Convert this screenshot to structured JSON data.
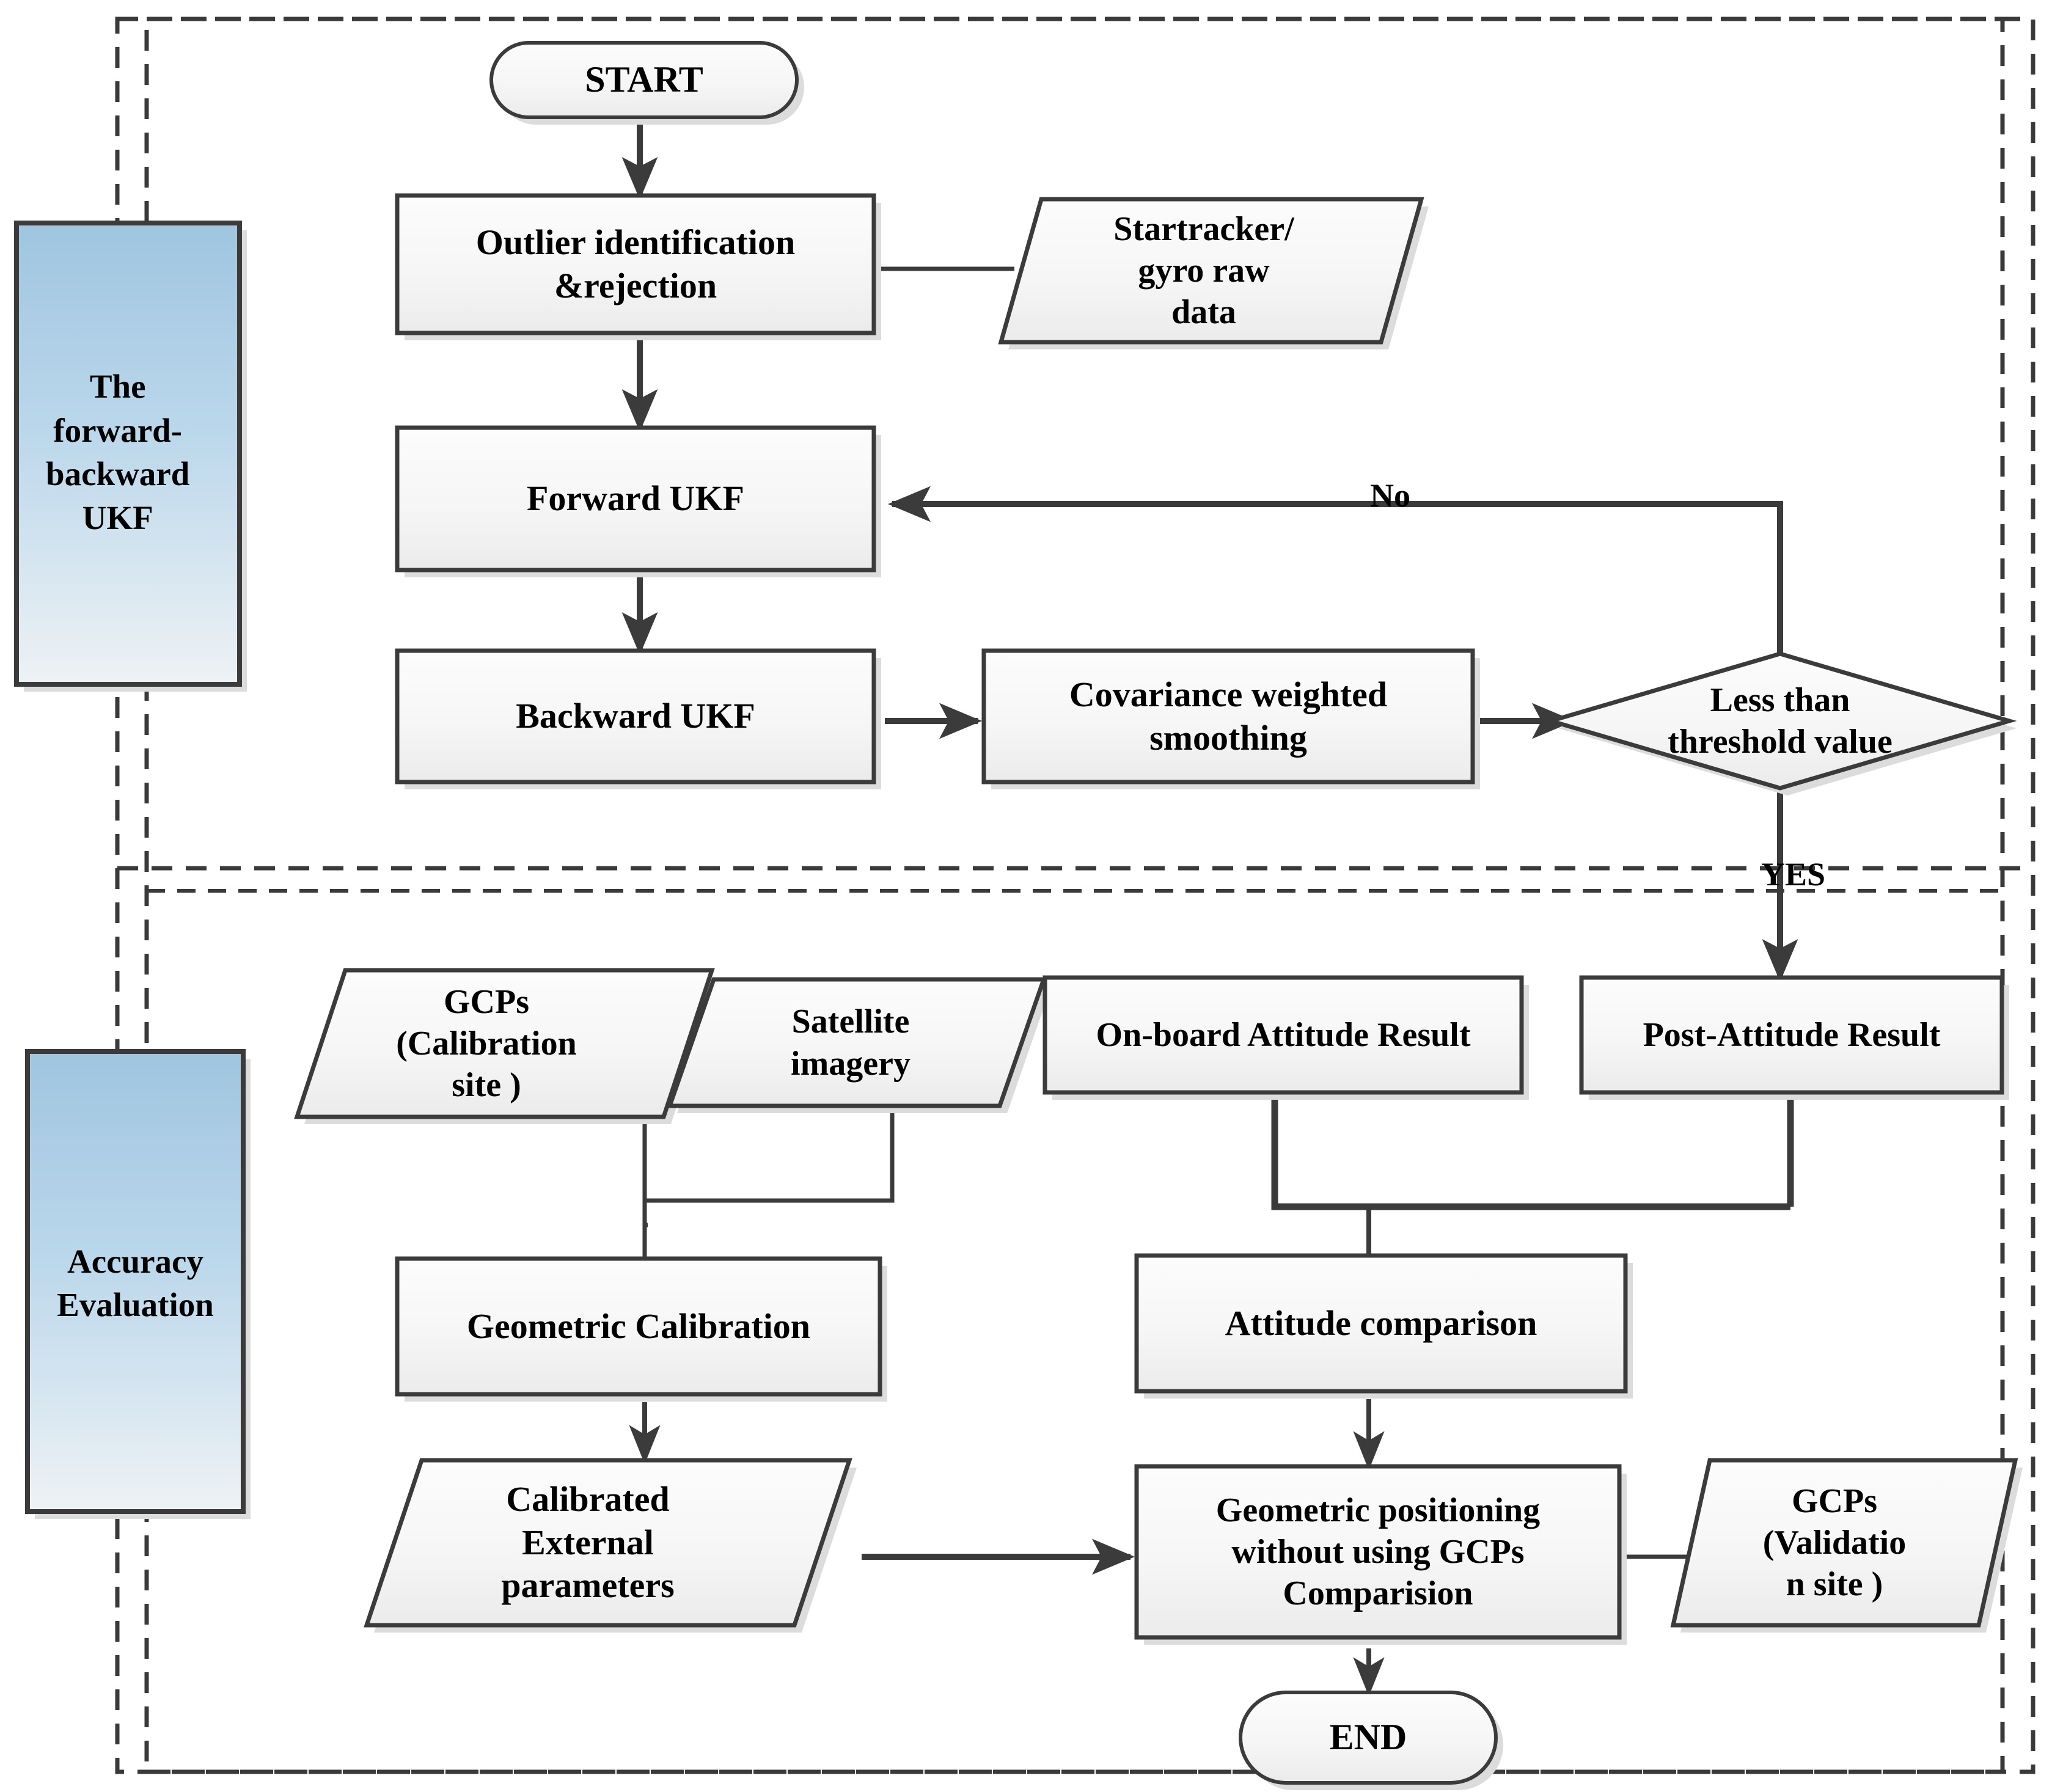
{
  "diagram": {
    "title": "Forward-backward UKF attitude determination and accuracy evaluation flowchart",
    "type": "flowchart",
    "colors": {
      "group_fill_top": "#9FC5E0",
      "group_fill_bottom": "#EEF2F5",
      "node_fill_top": "#FCFCFC",
      "node_fill_bottom": "#EDEDED",
      "stroke": "#3B3B3B",
      "dashed_border": "#3A3A3A",
      "shadow": "#D9D9D9",
      "text": "#000000"
    }
  },
  "groups": [
    {
      "id": "group-forward-backward-ukf",
      "label": "The\nforward-\nbackward\nUKF"
    },
    {
      "id": "group-accuracy-evaluation",
      "label": "Accuracy\nEvaluation"
    }
  ],
  "nodes": [
    {
      "id": "start",
      "shape": "terminator",
      "label": "START"
    },
    {
      "id": "outlier",
      "shape": "process",
      "label": "Outlier identification\n&rejection"
    },
    {
      "id": "startracker",
      "shape": "data",
      "label": "Startracker/\ngyro raw\ndata"
    },
    {
      "id": "forward-ukf",
      "shape": "process",
      "label": "Forward UKF"
    },
    {
      "id": "backward-ukf",
      "shape": "process",
      "label": "Backward UKF"
    },
    {
      "id": "covariance",
      "shape": "process",
      "label": "Covariance weighted\nsmoothing"
    },
    {
      "id": "threshold",
      "shape": "decision",
      "label": "Less than\nthreshold  value"
    },
    {
      "id": "gcps-calibration",
      "shape": "data",
      "label": "GCPs\n(Calibration\nsite )"
    },
    {
      "id": "satellite-imagery",
      "shape": "data",
      "label": "Satellite\nimagery"
    },
    {
      "id": "onboard-attitude",
      "shape": "process",
      "label": "On-board Attitude Result"
    },
    {
      "id": "post-attitude",
      "shape": "process",
      "label": "Post-Attitude Result"
    },
    {
      "id": "geometric-calib",
      "shape": "process",
      "label": "Geometric Calibration"
    },
    {
      "id": "attitude-compare",
      "shape": "process",
      "label": "Attitude  comparison"
    },
    {
      "id": "calibrated-params",
      "shape": "data",
      "label": "Calibrated\nExternal\nparameters"
    },
    {
      "id": "geometric-pos",
      "shape": "process",
      "label": "Geometric positioning\nwithout using GCPs\nComparision"
    },
    {
      "id": "gcps-validation",
      "shape": "data",
      "label": "GCPs\n(Validatio\nn  site )"
    },
    {
      "id": "end",
      "shape": "terminator",
      "label": "END"
    }
  ],
  "edge_labels": [
    {
      "id": "edge-label-no",
      "text": "No"
    },
    {
      "id": "edge-label-yes",
      "text": "YES"
    }
  ],
  "edges": [
    {
      "from": "start",
      "to": "outlier",
      "label": ""
    },
    {
      "from": "outlier",
      "to": "startracker",
      "label": ""
    },
    {
      "from": "outlier",
      "to": "forward-ukf",
      "label": ""
    },
    {
      "from": "forward-ukf",
      "to": "backward-ukf",
      "label": ""
    },
    {
      "from": "backward-ukf",
      "to": "covariance",
      "label": ""
    },
    {
      "from": "covariance",
      "to": "threshold",
      "label": ""
    },
    {
      "from": "threshold",
      "to": "forward-ukf",
      "label": "No"
    },
    {
      "from": "threshold",
      "to": "post-attitude",
      "label": "YES"
    },
    {
      "from": "gcps-calibration",
      "to": "geometric-calib",
      "label": ""
    },
    {
      "from": "satellite-imagery",
      "to": "geometric-calib",
      "label": ""
    },
    {
      "from": "onboard-attitude",
      "to": "attitude-compare",
      "label": ""
    },
    {
      "from": "post-attitude",
      "to": "attitude-compare",
      "label": ""
    },
    {
      "from": "geometric-calib",
      "to": "calibrated-params",
      "label": ""
    },
    {
      "from": "calibrated-params",
      "to": "geometric-pos",
      "label": ""
    },
    {
      "from": "attitude-compare",
      "to": "geometric-pos",
      "label": ""
    },
    {
      "from": "geometric-pos",
      "to": "gcps-validation",
      "label": ""
    },
    {
      "from": "geometric-pos",
      "to": "end",
      "label": ""
    }
  ]
}
